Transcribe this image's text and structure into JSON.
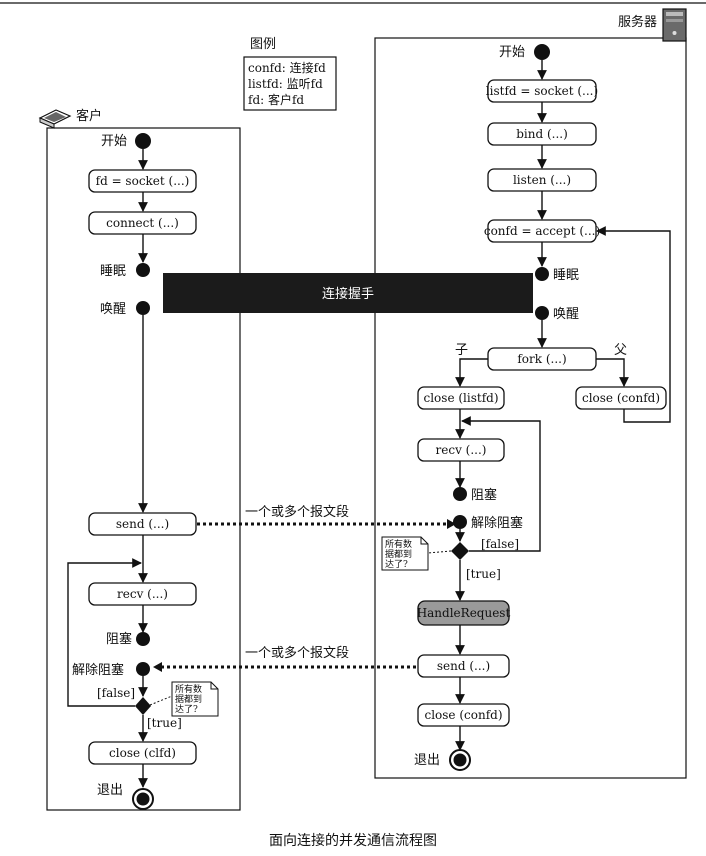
{
  "top_rule": true,
  "legend": {
    "title": "图例",
    "lines": [
      "confd: 连接fd",
      "listfd: 监听fd",
      "fd: 客户fd"
    ]
  },
  "client": {
    "title": "客户",
    "icon": "laptop-icon",
    "start": "开始",
    "steps": [
      "fd = socket (...)",
      "connect (...)"
    ],
    "sleep": "睡眠",
    "wake": "唤醒",
    "send": "send (...)",
    "recv": "recv (...)",
    "block": "阻塞",
    "unblock": "解除阻塞",
    "false_guard": "[false]",
    "true_guard": "[true]",
    "note": [
      "所有数",
      "据都到",
      "达了?"
    ],
    "close": "close (clfd)",
    "exit": "退出"
  },
  "server": {
    "title": "服务器",
    "icon": "server-tower-icon",
    "start": "开始",
    "steps": [
      "listfd = socket (...)",
      "bind (...)",
      "listen (...)",
      "confd = accept (...)"
    ],
    "sleep": "睡眠",
    "wake": "唤醒",
    "fork": "fork (...)",
    "child": "子",
    "parent": "父",
    "close_listfd": "close (listfd)",
    "close_confd_parent": "close (confd)",
    "recv": "recv (...)",
    "block": "阻塞",
    "unblock": "解除阻塞",
    "note": [
      "所有数",
      "据都到",
      "达了?"
    ],
    "false_guard": "[false]",
    "true_guard": "[true]",
    "handle": "HandleRequest",
    "send": "send (...)",
    "close": "close (confd)",
    "exit": "退出"
  },
  "handshake": "连接握手",
  "msg_to_server": "一个或多个报文段",
  "msg_to_client": "一个或多个报文段",
  "caption": "面向连接的并发通信流程图",
  "colors": {
    "ink": "#111111",
    "handshake_bar": "#1b1b1b",
    "handle_fill": "#9a9a9a"
  }
}
